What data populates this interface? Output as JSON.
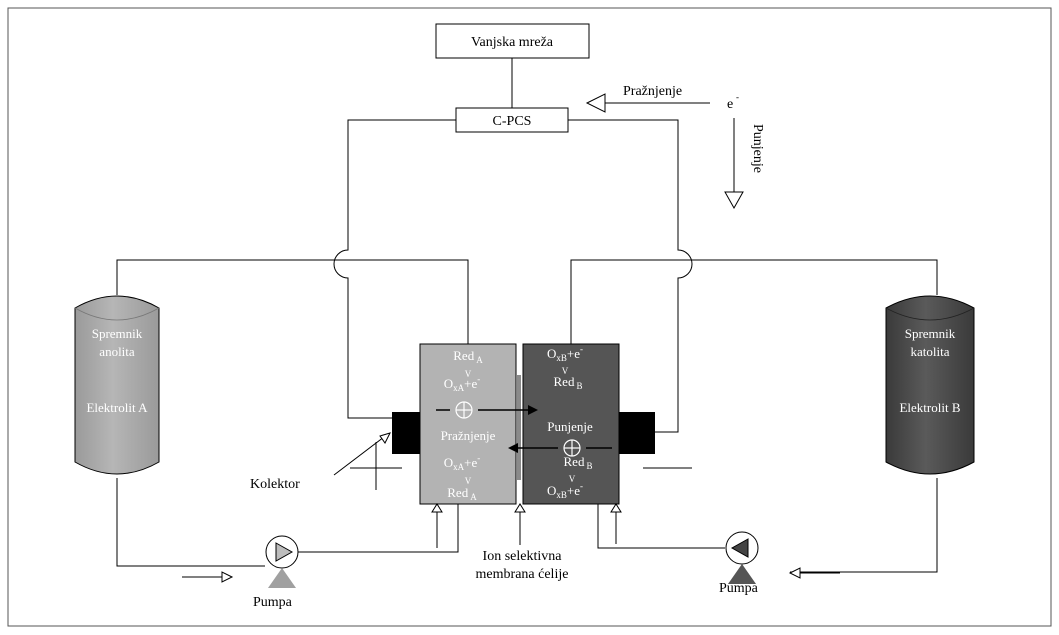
{
  "labels": {
    "grid": "Vanjska mreža",
    "pcs": "C-PCS",
    "discharge": "Pražnjenje",
    "electron": "e",
    "electron_sup": "-",
    "charge": "Punjenje",
    "tank_a_line1": "Spremnik",
    "tank_a_line2": "anolita",
    "tank_a_line3": "Elektrolit A",
    "tank_b_line1": "Spremnik",
    "tank_b_line2": "katolita",
    "tank_b_line3": "Elektrolit B",
    "collector": "Kolektor",
    "pump_left": "Pumpa",
    "pump_right": "Pumpa",
    "membrane_line1": "Ion selektivna",
    "membrane_line2": "membrana ćelije",
    "cell_discharge": "Pražnjenje",
    "cell_charge": "Punjenje"
  },
  "reactions": {
    "red": "Red",
    "ox": "O",
    "ox_sub_a": "xA",
    "ox_sub_b": "xB",
    "sub_a": "A",
    "sub_b": "B",
    "plus_e": "+e",
    "minus_sup": "-",
    "arrow_v": "V"
  },
  "colors": {
    "anolyte_tank": "#a8a8a8",
    "anolyte_cell": "#b0b0b0",
    "catholyte_tank": "#4a4a4a",
    "catholyte_cell": "#555555",
    "collector": "#000000",
    "pump_head": "#bdbdbd",
    "pump_base_left": "#a0a0a0",
    "pump_base_right": "#555555"
  }
}
